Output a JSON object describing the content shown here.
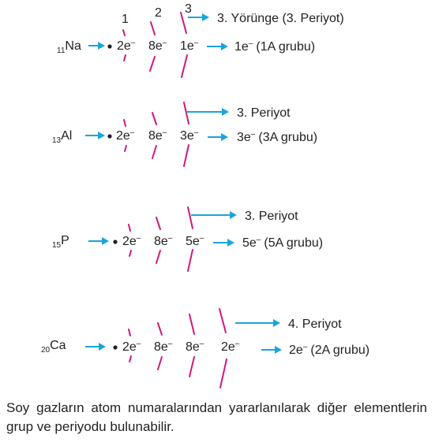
{
  "shell_numbers": [
    "1",
    "2",
    "3"
  ],
  "colors": {
    "shell": "#d0197a",
    "arrow": "#1aa5dc",
    "text": "#231f20"
  },
  "rows": [
    {
      "atomic_number": "11",
      "symbol": "Na",
      "shells": [
        {
          "count": "2e",
          "sup": "–"
        },
        {
          "count": "8e",
          "sup": "–"
        },
        {
          "count": "1e",
          "sup": "–"
        }
      ],
      "period_text": "3. Yörünge (3. Periyot)",
      "group_count": "1e",
      "group_sup": "–",
      "group_text": "(1A grubu)"
    },
    {
      "atomic_number": "13",
      "symbol": "Al",
      "shells": [
        {
          "count": "2e",
          "sup": "–"
        },
        {
          "count": "8e",
          "sup": "–"
        },
        {
          "count": "3e",
          "sup": "–"
        }
      ],
      "period_text": "3. Periyot",
      "group_count": "3e",
      "group_sup": "–",
      "group_text": "(3A grubu)"
    },
    {
      "atomic_number": "15",
      "symbol": "P",
      "shells": [
        {
          "count": "2e",
          "sup": "–"
        },
        {
          "count": "8e",
          "sup": "–"
        },
        {
          "count": "5e",
          "sup": "–"
        }
      ],
      "period_text": "3. Periyot",
      "group_count": "5e",
      "group_sup": "–",
      "group_text": "(5A grubu)"
    },
    {
      "atomic_number": "20",
      "symbol": "Ca",
      "shells": [
        {
          "count": "2e",
          "sup": "–"
        },
        {
          "count": "8e",
          "sup": "–"
        },
        {
          "count": "8e",
          "sup": "–"
        },
        {
          "count": "2e",
          "sup": "–"
        }
      ],
      "period_text": "4. Periyot",
      "group_count": "2e",
      "group_sup": "–",
      "group_text": "(2A grubu)"
    }
  ],
  "note": "Soy gazların atom numaralarından yararlanılarak diğer elementlerin grup ve periyodu bulunabilir."
}
